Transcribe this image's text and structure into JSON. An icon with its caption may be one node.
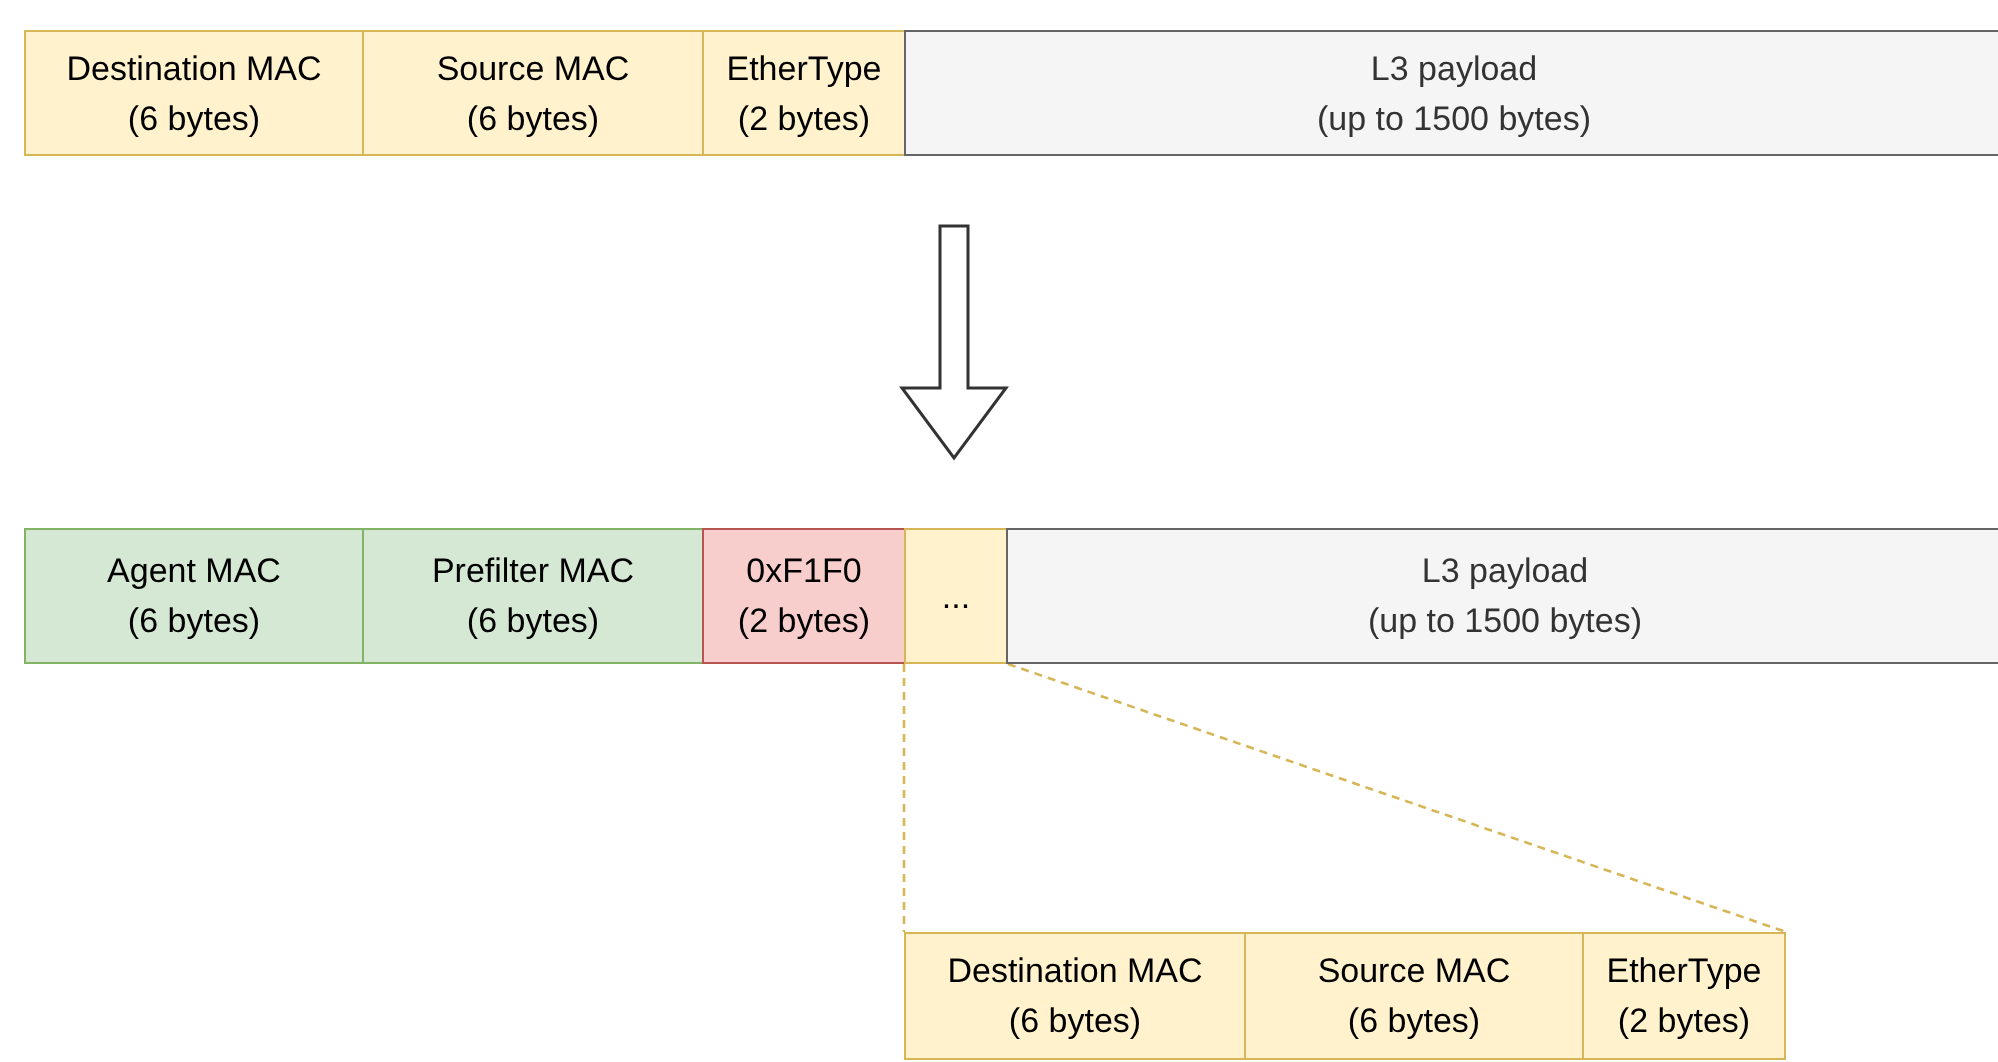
{
  "diagram": {
    "nodes": [
      {
        "text": [
          "Destination MAC (6 bytes)"
        ]
      },
      {
        "text": [
          "Source MAC (6 bytes)"
        ]
      },
      {
        "text": [
          "EtherType (2 bytes)"
        ]
      },
      {
        "text": [
          "L3 payload (up to 1500 bytes)"
        ]
      },
      {
        "text": [
          "Agent MAC (6 bytes)"
        ]
      },
      {
        "text": [
          "Prefilter MAC (6 bytes)"
        ]
      },
      {
        "text": [
          "0xF1F0 (2 bytes)"
        ]
      },
      {
        "text": [
          "..."
        ]
      },
      {
        "text": [
          "L3 payload (up to 1500 bytes)"
        ]
      },
      {
        "text": [
          "Destination MAC (6 bytes)"
        ]
      },
      {
        "text": [
          "Source MAC (6 bytes)"
        ]
      },
      {
        "text": [
          "EtherType (2 bytes)"
        ]
      }
    ],
    "edges": [
      {
        "from": 3,
        "to": 7,
        "arrow": "to",
        "style": "thick"
      },
      {
        "from": 7,
        "to": 9,
        "arrow": "none",
        "style": "dashed",
        "color": "#d6b656"
      },
      {
        "from": 7,
        "to": 11,
        "arrow": "none",
        "style": "dashed",
        "color": "#d6b656"
      }
    ]
  }
}
